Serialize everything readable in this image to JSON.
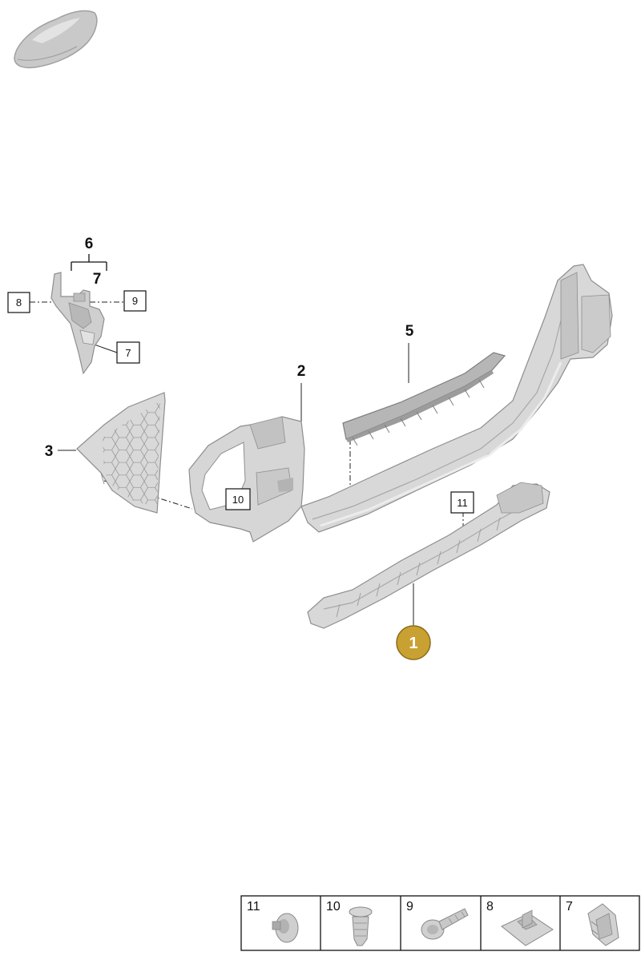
{
  "callouts": {
    "c1": "1",
    "c2": "2",
    "c3": "3",
    "c5": "5",
    "c6": "6",
    "c7_bracket": "7",
    "c7_box": "7",
    "c8": "8",
    "c9": "9",
    "c10": "10",
    "c11": "11"
  },
  "hardware_legend": [
    {
      "number": "11",
      "icon": "push-rivet-icon"
    },
    {
      "number": "10",
      "icon": "clip-icon"
    },
    {
      "number": "9",
      "icon": "bolt-icon"
    },
    {
      "number": "8",
      "icon": "speed-nut-icon"
    },
    {
      "number": "7",
      "icon": "spring-clip-icon"
    }
  ],
  "colors": {
    "part_fill": "#dcdcdc",
    "part_edge": "#9a9a9a",
    "part_dark": "#bdbdbd",
    "badge_fill": "#c9a132",
    "badge_edge": "#8a6c18"
  }
}
